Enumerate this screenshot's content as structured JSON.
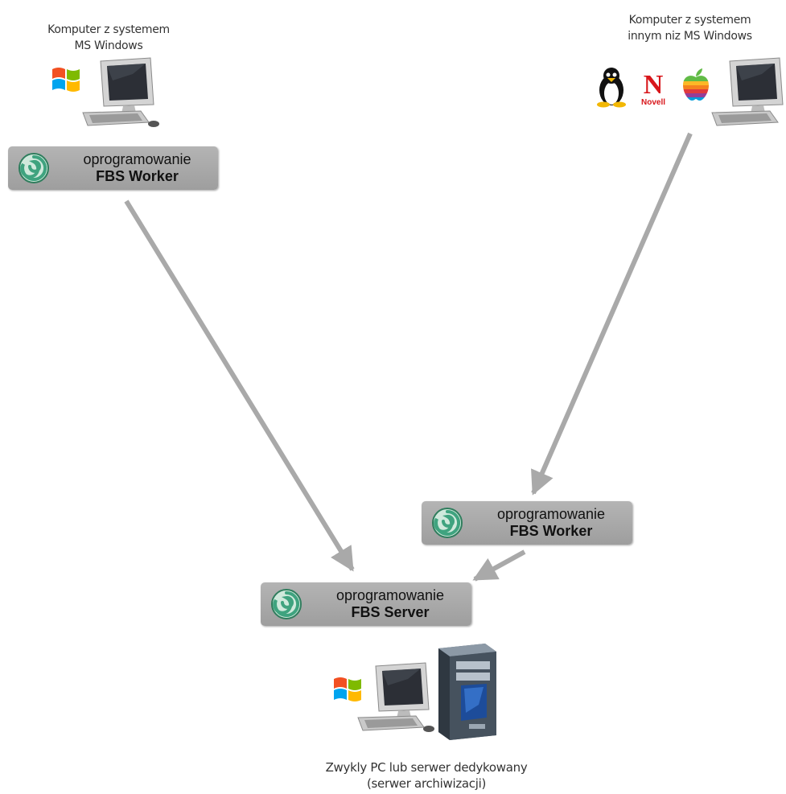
{
  "nodes": {
    "client_windows": {
      "caption_line1": "Komputer z systemem",
      "caption_line2": "MS Windows",
      "os_icons": [
        "windows-logo-icon"
      ],
      "device_icon": "desktop-computer-icon"
    },
    "client_other": {
      "caption_line1": "Komputer z systemem",
      "caption_line2": "innym niz MS Windows",
      "os_icons": [
        "linux-tux-icon",
        "novell-logo-icon",
        "apple-logo-icon"
      ],
      "novell_text": "Novell",
      "device_icon": "desktop-computer-icon"
    },
    "server": {
      "caption_line1": "Zwykly PC lub serwer dedykowany",
      "caption_line2": "(serwer archiwizacji)",
      "os_icons": [
        "windows-logo-icon"
      ],
      "device_icons": [
        "desktop-computer-icon",
        "tower-server-icon"
      ]
    }
  },
  "software": {
    "worker_left": {
      "line1": "oprogramowanie",
      "line2": "FBS Worker",
      "icon": "fbs-swirl-logo-icon"
    },
    "worker_right": {
      "line1": "oprogramowanie",
      "line2": "FBS Worker",
      "icon": "fbs-swirl-logo-icon"
    },
    "server": {
      "line1": "oprogramowanie",
      "line2": "FBS Server",
      "icon": "fbs-swirl-logo-icon"
    }
  },
  "connections": [
    {
      "from": "worker_left",
      "to": "server"
    },
    {
      "from": "client_other",
      "to": "worker_right"
    },
    {
      "from": "worker_right",
      "to": "server"
    }
  ],
  "colors": {
    "box_fill": "#a8a8a8",
    "arrow": "#a9a9a9",
    "logo_green": "#3fa37f"
  }
}
